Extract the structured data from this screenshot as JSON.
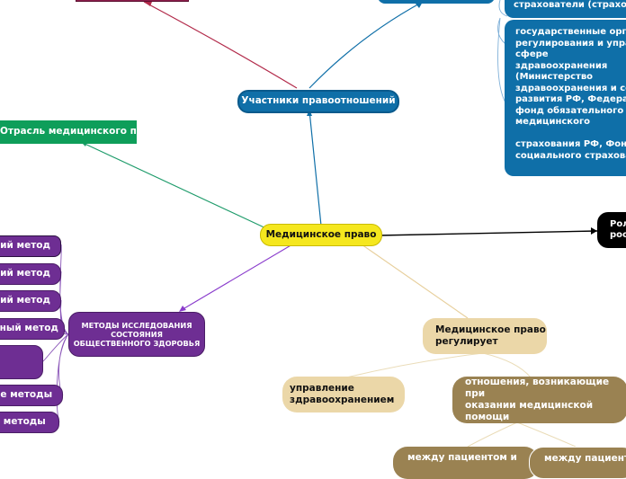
{
  "nodes": {
    "center": "Медицинское право",
    "participants": "Участники правоотношений",
    "top_blue": "",
    "top_red": "",
    "insurers": "страхователи (страхов",
    "gov_bodies": "государственные орга\nрегулирования и упра\nсфере\nздравоохранения\n(Министерство\nздравоохранения и со\nразвития РФ, Федерал\nфонд обязательного\nмедицинского\n\nстрахования РФ, Фонд\nсоциального страхова",
    "branch": "Отрасль медицинского права",
    "role": "Рол\nрос",
    "methods": "МЕТОДЫ ИССЛЕДОВАНИЯ\nСОСТОЯНИЯ\nОБЩЕСТВЕННОГО ЗДОРОВЬЯ",
    "method_1": "кий метод",
    "method_2": "кий метод",
    "method_3": "кий метод",
    "method_4": "ьный метод",
    "method_5": "",
    "method_6": "ие методы",
    "method_7": "е методы",
    "regulates": "Медицинское право\nрегулирует",
    "management": "управление\nздравоохранением",
    "relations": "отношения, возникающие при\nоказании медицинской\nпомощи",
    "patient_1": "между пациентом и",
    "patient_2": "между пациентом"
  },
  "colors": {
    "center": "#f5e71e",
    "blue": "#0f6fa8",
    "red_box": "#8c1d4b",
    "green": "#0e9e5a",
    "black": "#000000",
    "purple": "#6e2e93",
    "tan": "#ebd7a8",
    "brown": "#9a8252"
  }
}
